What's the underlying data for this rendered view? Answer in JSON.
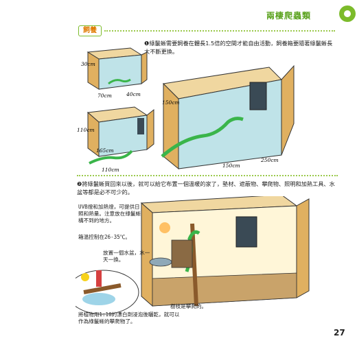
{
  "header": {
    "title": "兩棲爬蟲類"
  },
  "section": {
    "tag": "飼養"
  },
  "para1": "❶綠鬣蜥需要飼養在體長1.5倍的空間才能自由活動，飼養箱要隨著綠鬣蜥長大不斷更換。",
  "para2": "❷將綠鬣蜥買回來以後，就可以給它布置一個溫暖的家了，墊材、遮蔽物、攀爬物、照明和加熱工具、水盆等都是必不可少的。",
  "diagram1": {
    "dims": [
      "30cm",
      "70cm",
      "40cm",
      "150cm",
      "150cm",
      "250cm",
      "110cm",
      "110cm",
      "165cm"
    ]
  },
  "diagram2": {
    "uvb_note": "UVB燈和加熱燈，可提供日照和熱量。注意放在綠鬣蜥構不到的地方。",
    "temp_note": "箱溫控制在26-35℃。",
    "water_note": "放置一個水盆，水一天一換。",
    "branch_note": "樹枝是攀爬的。",
    "bottom_note": "將植物用1:10的漂白劑浸泡後曬乾，就可以作為綠鬣蜥的攀爬物了。"
  },
  "page": {
    "number": "27"
  },
  "colors": {
    "accent": "#7cbb2b",
    "orange": "#e07a00",
    "wood": "#e0b060",
    "iguana": "#3ab54a"
  }
}
